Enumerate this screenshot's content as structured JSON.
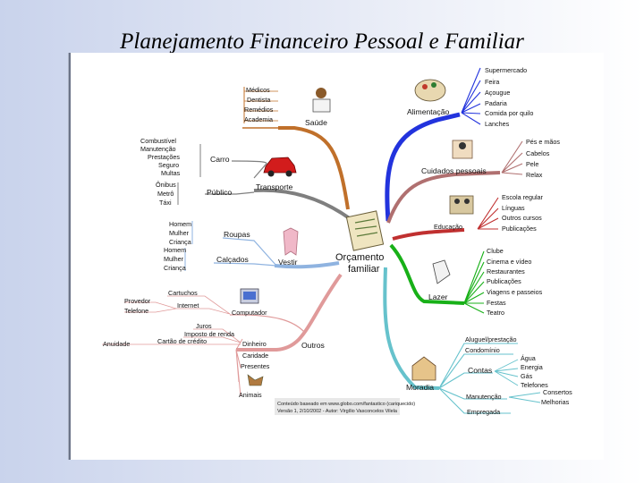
{
  "slide": {
    "title": "Planejamento Financeiro Pessoal e Familiar"
  },
  "center": {
    "line1": "Orçamento",
    "line2": "familiar"
  },
  "branches": {
    "saude": {
      "label": "Saúde",
      "items": [
        "Médicos",
        "Dentista",
        "Remédios",
        "Academia"
      ]
    },
    "transporte": {
      "label": "Transporte",
      "carro": {
        "label": "Carro",
        "items": [
          "Combustível",
          "Manutenção",
          "Prestações",
          "Seguro",
          "Multas"
        ]
      },
      "publico": {
        "label": "Público",
        "items": [
          "Ônibus",
          "Metrô",
          "Táxi"
        ]
      }
    },
    "vestir": {
      "label": "Vestir",
      "roupas": {
        "label": "Roupas",
        "items": [
          "Homem",
          "Mulher",
          "Criança"
        ]
      },
      "calcados": {
        "label": "Calçados",
        "items": [
          "Homem",
          "Mulher",
          "Criança"
        ]
      }
    },
    "outros": {
      "label": "Outros",
      "computador": {
        "label": "Computador",
        "cartuchos": "Cartuchos",
        "internet": "Internet",
        "provedor": "Provedor",
        "telefone": "Telefone"
      },
      "dinheiro": {
        "label": "Dinheiro",
        "juros": "Juros",
        "imposto": "Imposto de renda",
        "cartao": "Cartão de crédito",
        "anuidade": "Anuidade"
      },
      "others": [
        "Caridade",
        "Presentes",
        "Animais"
      ]
    },
    "alimentacao": {
      "label": "Alimentação",
      "items": [
        "Supermercado",
        "Feira",
        "Açougue",
        "Padaria",
        "Comida por quilo",
        "Lanches"
      ]
    },
    "cuidados": {
      "label": "Cuidados pessoais",
      "items": [
        "Pés e mãos",
        "Cabelos",
        "Pele",
        "Relax"
      ]
    },
    "educacao": {
      "label": "Educação",
      "items": [
        "Escola regular",
        "Línguas",
        "Outros cursos",
        "Publicações"
      ]
    },
    "lazer": {
      "label": "Lazer",
      "items": [
        "Clube",
        "Cinema e vídeo",
        "Restaurantes",
        "Publicações",
        "Viagens e passeios",
        "Festas",
        "Teatro"
      ]
    },
    "moradia": {
      "label": "Moradia",
      "aluguel": "Aluguel/prestação",
      "condominio": "Condomínio",
      "contas": {
        "label": "Contas",
        "items": [
          "Água",
          "Energia",
          "Gás",
          "Telefones"
        ]
      },
      "manutencao": {
        "label": "Manutenção",
        "items": [
          "Consertos",
          "Melhorias"
        ]
      },
      "empregada": "Empregada"
    }
  },
  "footer": {
    "line1": "Conteúdo baseado em www.globo.com/fantastico (cariquecido)",
    "line2": "Versão 1, 2/10/2002 - Autor: Virgílio Vasconcelos Vilela"
  },
  "colors": {
    "saude": "#c0702a",
    "transporte": "#7f7f7f",
    "vestir": "#8fb3e0",
    "outros": "#e09a9a",
    "alimentacao": "#2233dd",
    "cuidados": "#b07070",
    "educacao": "#c03030",
    "lazer": "#18b018",
    "moradia": "#66c2cc"
  }
}
